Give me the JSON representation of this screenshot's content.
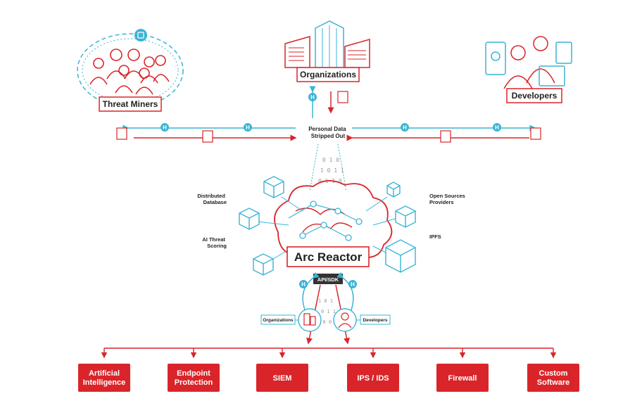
{
  "top_nodes": {
    "threat_miners": "Threat Miners",
    "organizations": "Organizations",
    "developers": "Developers"
  },
  "center_label": "Personal Data\nStripped Out",
  "h_badge": "H",
  "reactor": {
    "title": "Arc Reactor",
    "api_label": "API/SDK"
  },
  "side_labels": {
    "distributed_db": "Distributed\nDatabase",
    "ai_threat": "AI Threat\nScoring",
    "open_sources": "Open Sources\nProviders",
    "ipfs": "IPFS"
  },
  "bottom_small": {
    "organizations": "Organizations",
    "developers": "Developers"
  },
  "outputs": [
    "Artificial\nIntelligence",
    "Endpoint\nProtection",
    "SIEM",
    "IPS / IDS",
    "Firewall",
    "Custom\nSoftware"
  ],
  "colors": {
    "red": "#d9252a",
    "cyan": "#3ab4d4",
    "dark": "#222222"
  },
  "icons": [
    "shield-icon",
    "building-icon",
    "user-icon",
    "document-icon",
    "cube-icon",
    "brain-icon"
  ]
}
